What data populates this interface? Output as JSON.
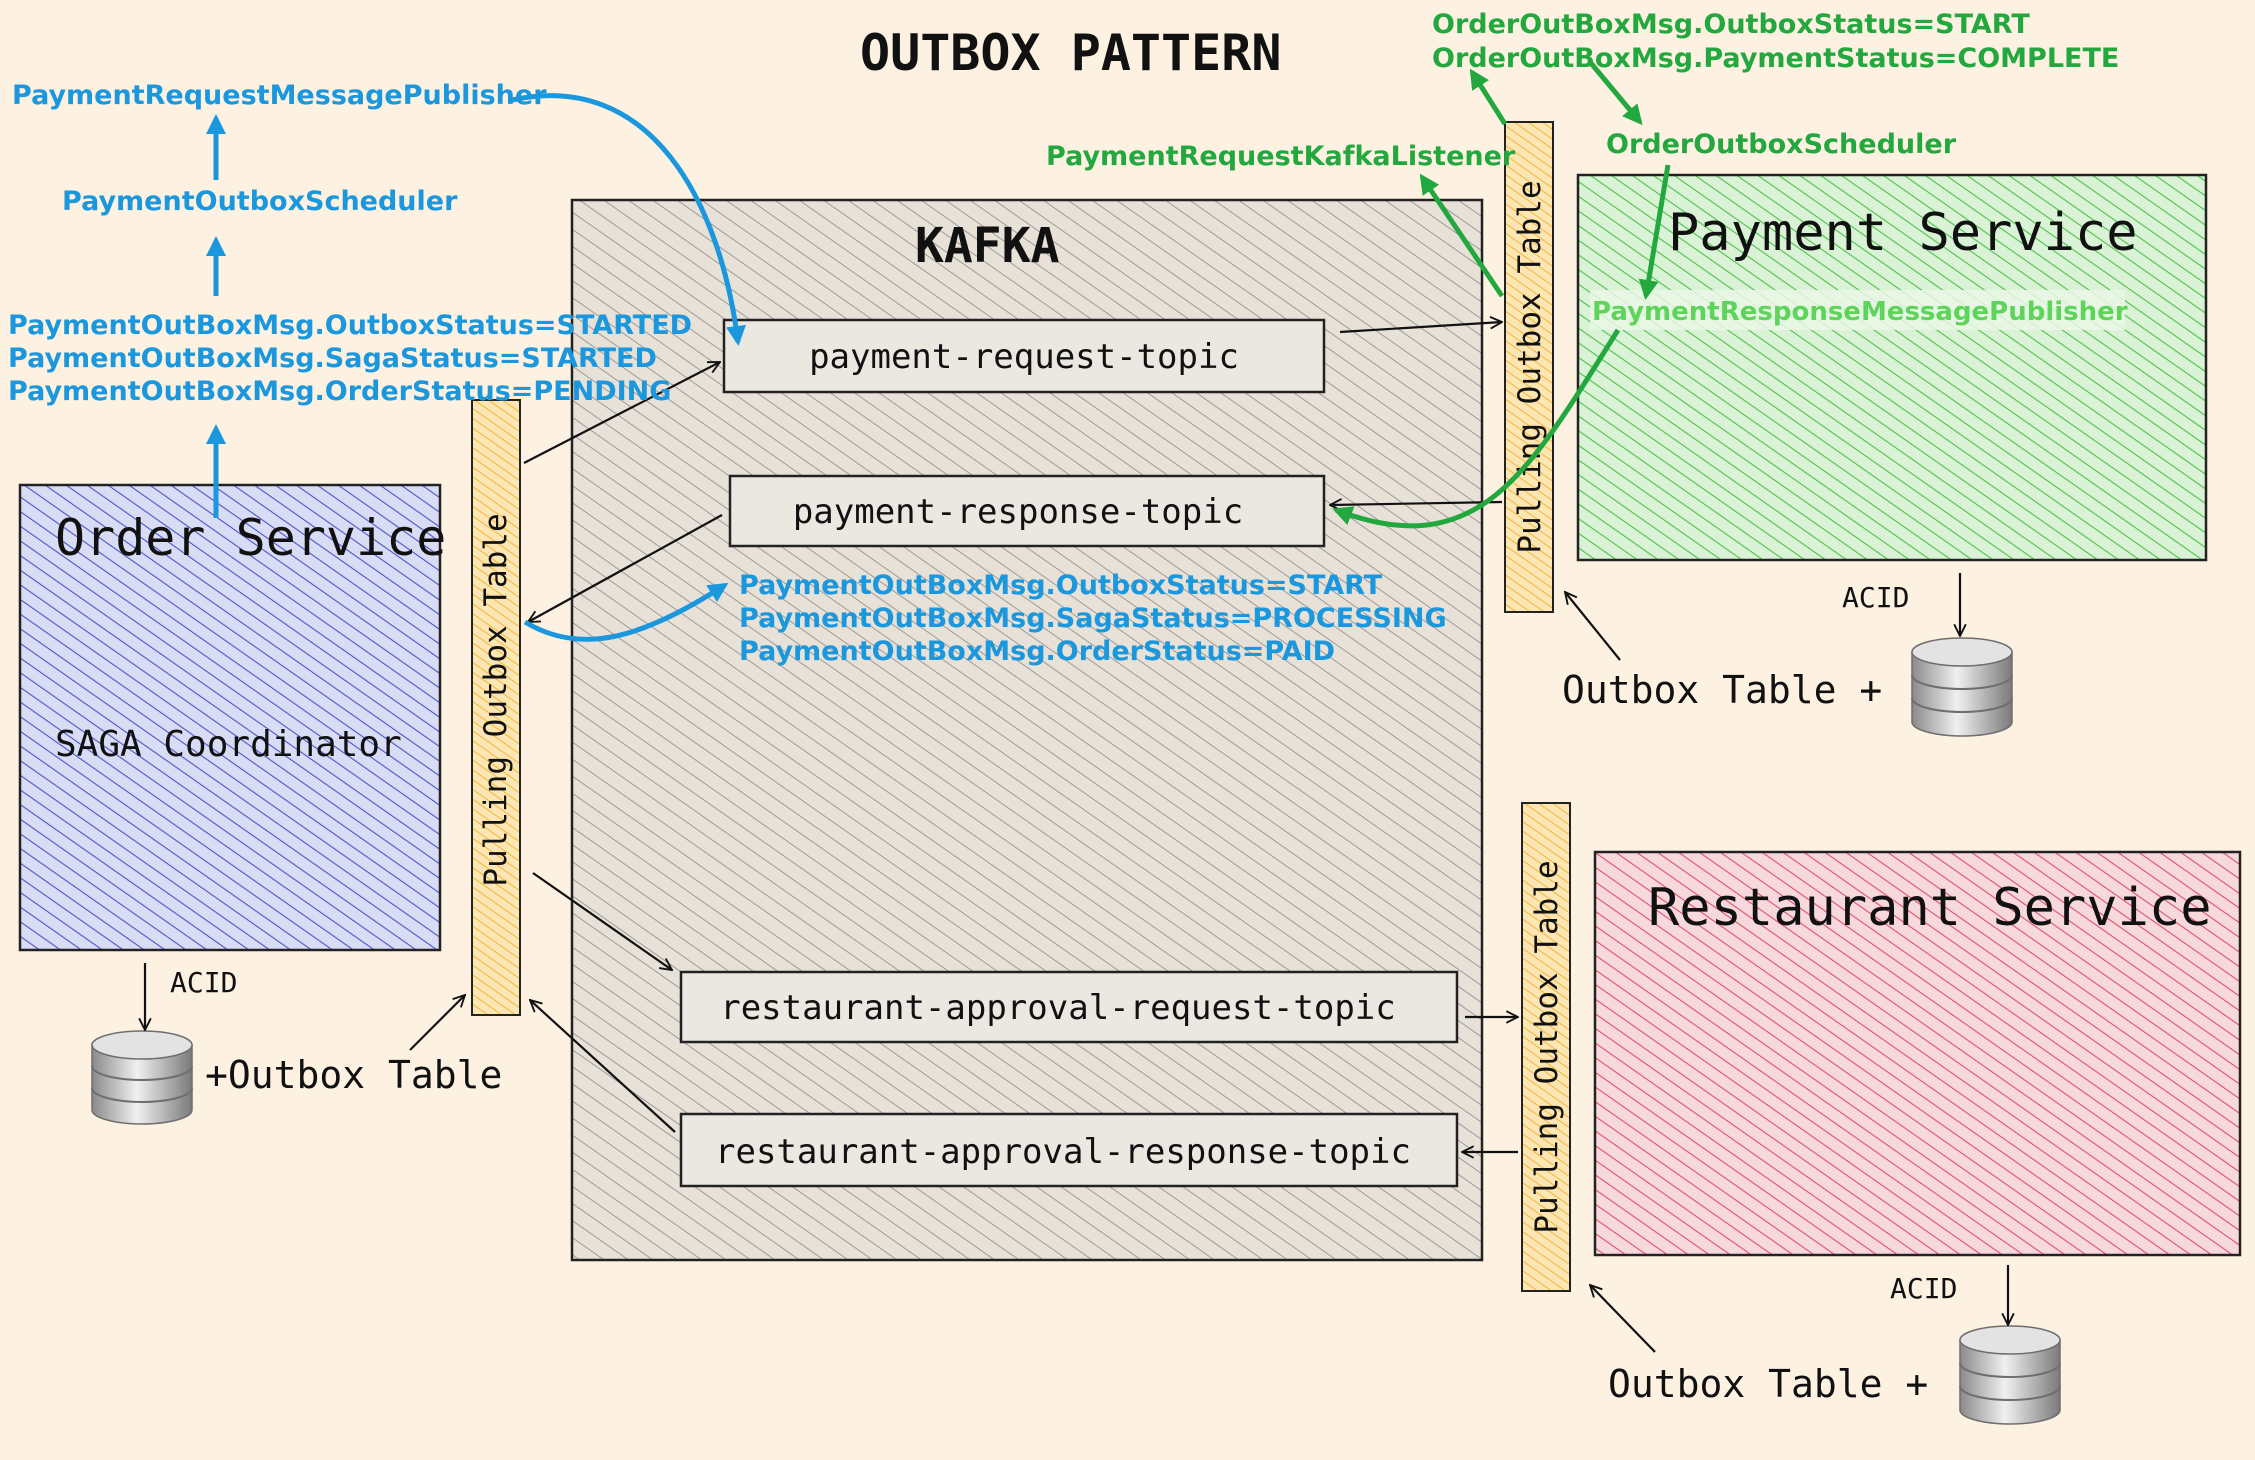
{
  "title": "OUTBOX PATTERN",
  "kafka": {
    "label": "KAFKA"
  },
  "topics": {
    "payment_request": "payment-request-topic",
    "payment_response": "payment-response-topic",
    "restaurant_request": "restaurant-approval-request-topic",
    "restaurant_response": "restaurant-approval-response-topic"
  },
  "order_service": {
    "title": "Order Service",
    "coordinator": "SAGA Coordinator",
    "outbox_strip": "Pulling Outbox Table",
    "acid": "ACID",
    "db_label": "+Outbox Table"
  },
  "payment_service": {
    "title": "Payment Service",
    "outbox_strip": "Pulling Outbox Table",
    "acid": "ACID",
    "db_label": "Outbox Table +",
    "publisher": "PaymentResponseMessagePublisher"
  },
  "restaurant_service": {
    "title": "Restaurant Service",
    "outbox_strip": "Pulling Outbox Table",
    "acid": "ACID",
    "db_label": "Outbox Table +"
  },
  "blue_annotations": {
    "publisher": "PaymentRequestMessagePublisher",
    "scheduler": "PaymentOutboxScheduler",
    "request_status": [
      "PaymentOutBoxMsg.OutboxStatus=STARTED",
      "PaymentOutBoxMsg.SagaStatus=STARTED",
      "PaymentOutBoxMsg.OrderStatus=PENDING"
    ],
    "response_status": [
      "PaymentOutBoxMsg.OutboxStatus=START",
      "PaymentOutBoxMsg.SagaStatus=PROCESSING",
      "PaymentOutBoxMsg.OrderStatus=PAID"
    ]
  },
  "green_annotations": {
    "status": [
      "OrderOutBoxMsg.OutboxStatus=START",
      "OrderOutBoxMsg.PaymentStatus=COMPLETE"
    ],
    "listener": "PaymentRequestKafkaListener",
    "scheduler": "OrderOutboxScheduler"
  },
  "colors": {
    "background": "#fdf1e1",
    "blue": "#1a97dd",
    "green": "#22a83e",
    "order_fill": "#4a56c8",
    "payment_fill": "#4cc24a",
    "restaurant_fill": "#e0506a",
    "outbox_fill": "#f3b22a",
    "kafka_fill": "#8a8a8a"
  }
}
